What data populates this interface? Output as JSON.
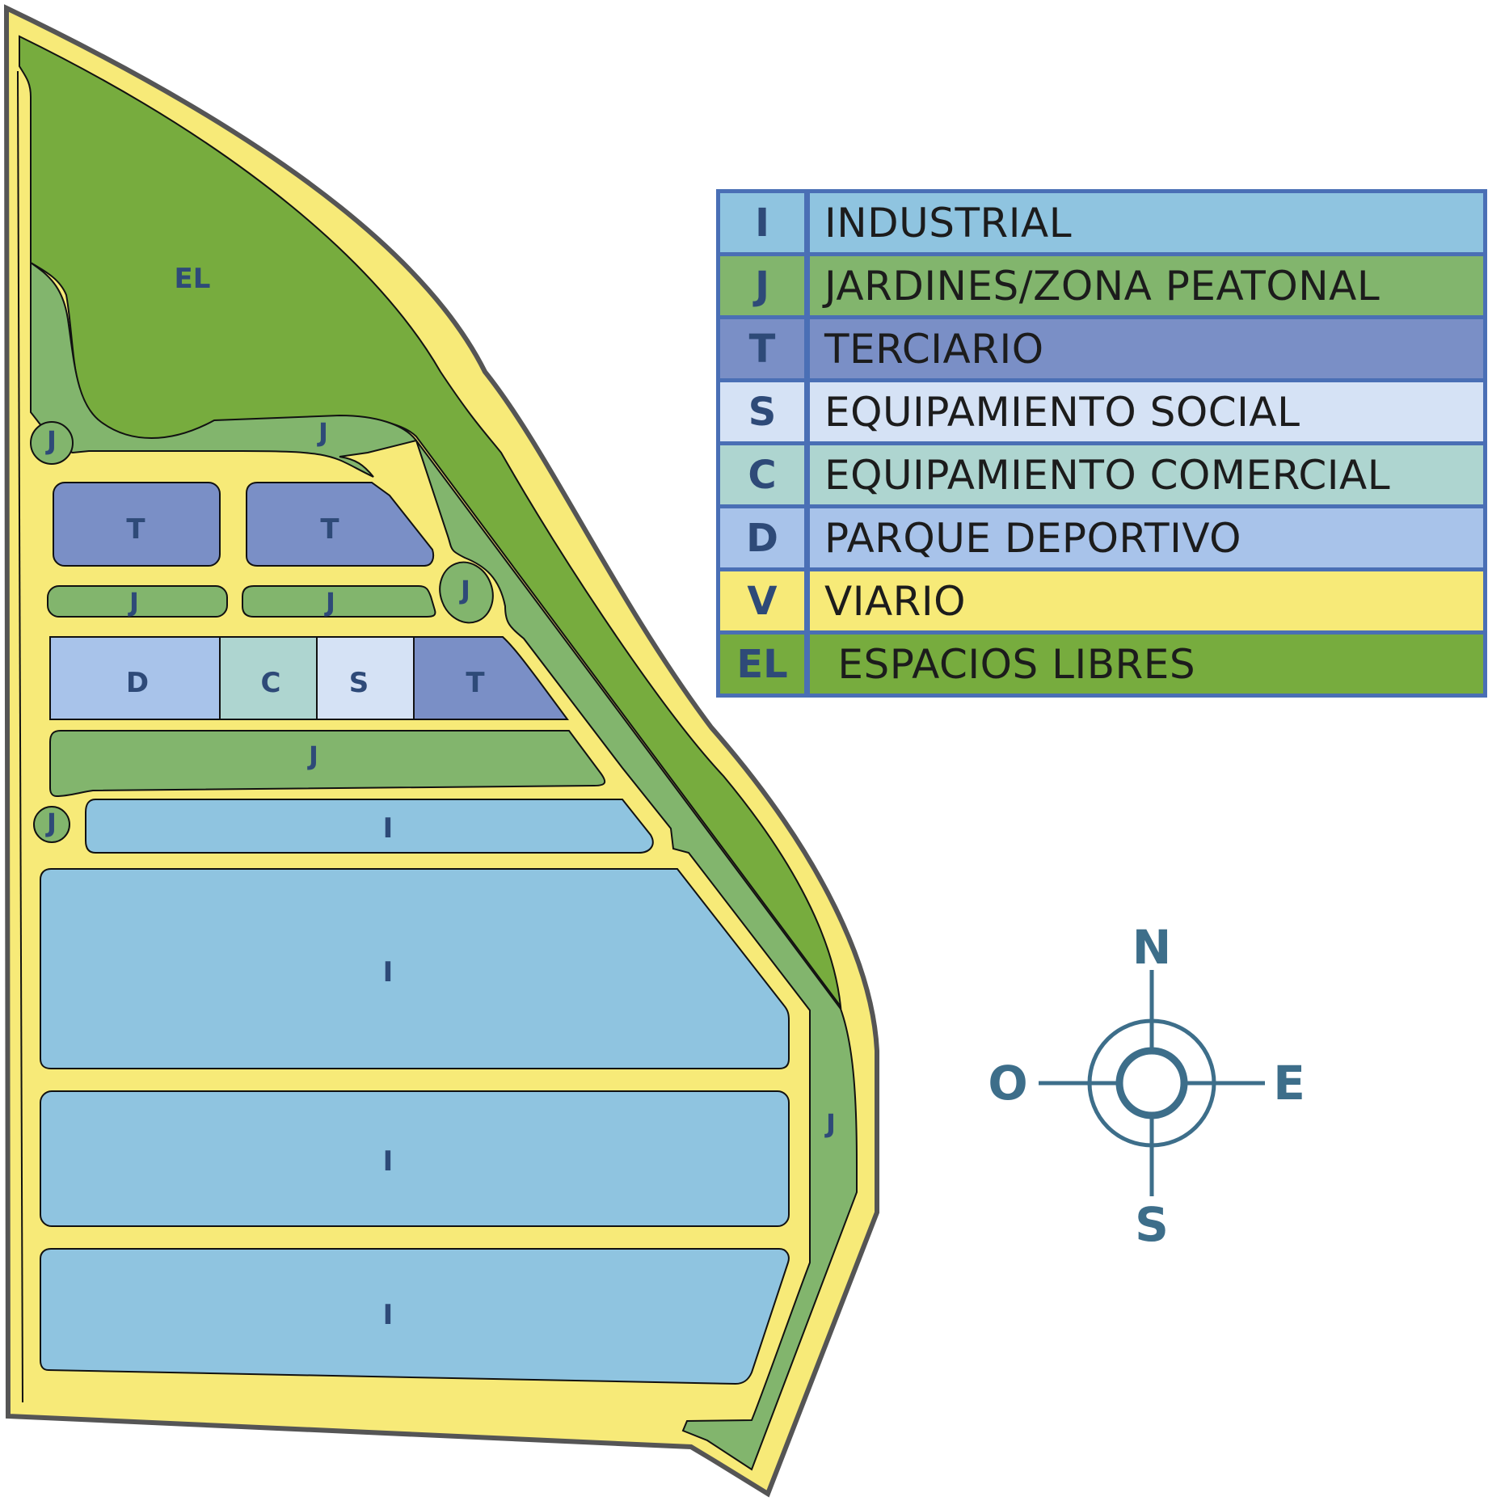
{
  "colors": {
    "industrial": "#8fc4e0",
    "jardines": "#82b56d",
    "terciario": "#7a8fc6",
    "social": "#d5e2f5",
    "comercial": "#aed5d0",
    "deportivo": "#a8c3ea",
    "viario": "#f7ea78",
    "espacios_libres": "#77ac3e",
    "legend_border": "#4a6fb5",
    "compass": "#3d6e8a"
  },
  "legend": [
    {
      "code": "I",
      "name": "INDUSTRIAL",
      "color": "#8fc4e0"
    },
    {
      "code": "J",
      "name": "JARDINES/ZONA PEATONAL",
      "color": "#82b56d"
    },
    {
      "code": "T",
      "name": "TERCIARIO",
      "color": "#7a8fc6"
    },
    {
      "code": "S",
      "name": "EQUIPAMIENTO SOCIAL",
      "color": "#d5e2f5"
    },
    {
      "code": "C",
      "name": "EQUIPAMIENTO COMERCIAL",
      "color": "#aed5d0"
    },
    {
      "code": "D",
      "name": "PARQUE DEPORTIVO",
      "color": "#a8c3ea"
    },
    {
      "code": "V",
      "name": "VIARIO",
      "color": "#f7ea78"
    },
    {
      "code": "EL",
      "name": " ESPACIOS LIBRES",
      "color": "#77ac3e"
    }
  ],
  "plots": {
    "el": "EL",
    "j_top": "J",
    "j_circle_a": "J",
    "t_left": "T",
    "t_right": "T",
    "j_strip_left": "J",
    "j_strip_right": "J",
    "j_oval": "J",
    "d": "D",
    "c": "C",
    "s": "S",
    "t_row": "T",
    "j_wide": "J",
    "j_circle_b": "J",
    "i_small": "I",
    "i_big": "I",
    "i_mid": "I",
    "i_bottom": "I",
    "j_east": "J"
  },
  "compass": {
    "n": "N",
    "s": "S",
    "e": "E",
    "o": "O"
  }
}
